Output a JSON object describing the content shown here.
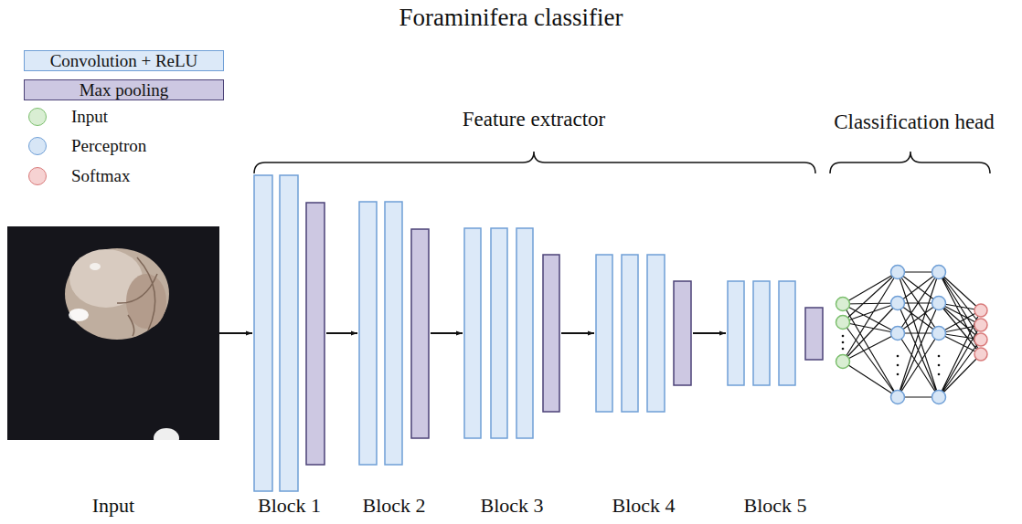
{
  "diagram": {
    "title": "Foraminifera classifier",
    "nodes": [
      {
        "text": [
          "Input"
        ]
      },
      {
        "text": [
          "Block 1"
        ]
      },
      {
        "text": [
          "Block 2"
        ]
      },
      {
        "text": [
          "Block 3"
        ]
      },
      {
        "text": [
          "Block 4"
        ]
      },
      {
        "text": [
          "Block 5"
        ]
      }
    ],
    "edges": [
      {
        "from": 0,
        "to": 1,
        "arrow": "to"
      },
      {
        "from": 1,
        "to": 2,
        "arrow": "to"
      },
      {
        "from": 2,
        "to": 3,
        "arrow": "to"
      },
      {
        "from": 3,
        "to": 4,
        "arrow": "to"
      },
      {
        "from": 4,
        "to": 5,
        "arrow": "to"
      }
    ],
    "labels": [
      "Feature extractor",
      "Classification head"
    ],
    "legend": [
      {
        "text": "Convolution + ReLU",
        "color": "#dce9f8"
      },
      {
        "text": "Max pooling",
        "color": "#cdc8e2"
      },
      {
        "text": "Input",
        "color": "#d9eed3"
      },
      {
        "text": "Perceptron",
        "color": "#d7e6f6"
      },
      {
        "text": "Softmax",
        "color": "#f6d2d2"
      }
    ]
  }
}
